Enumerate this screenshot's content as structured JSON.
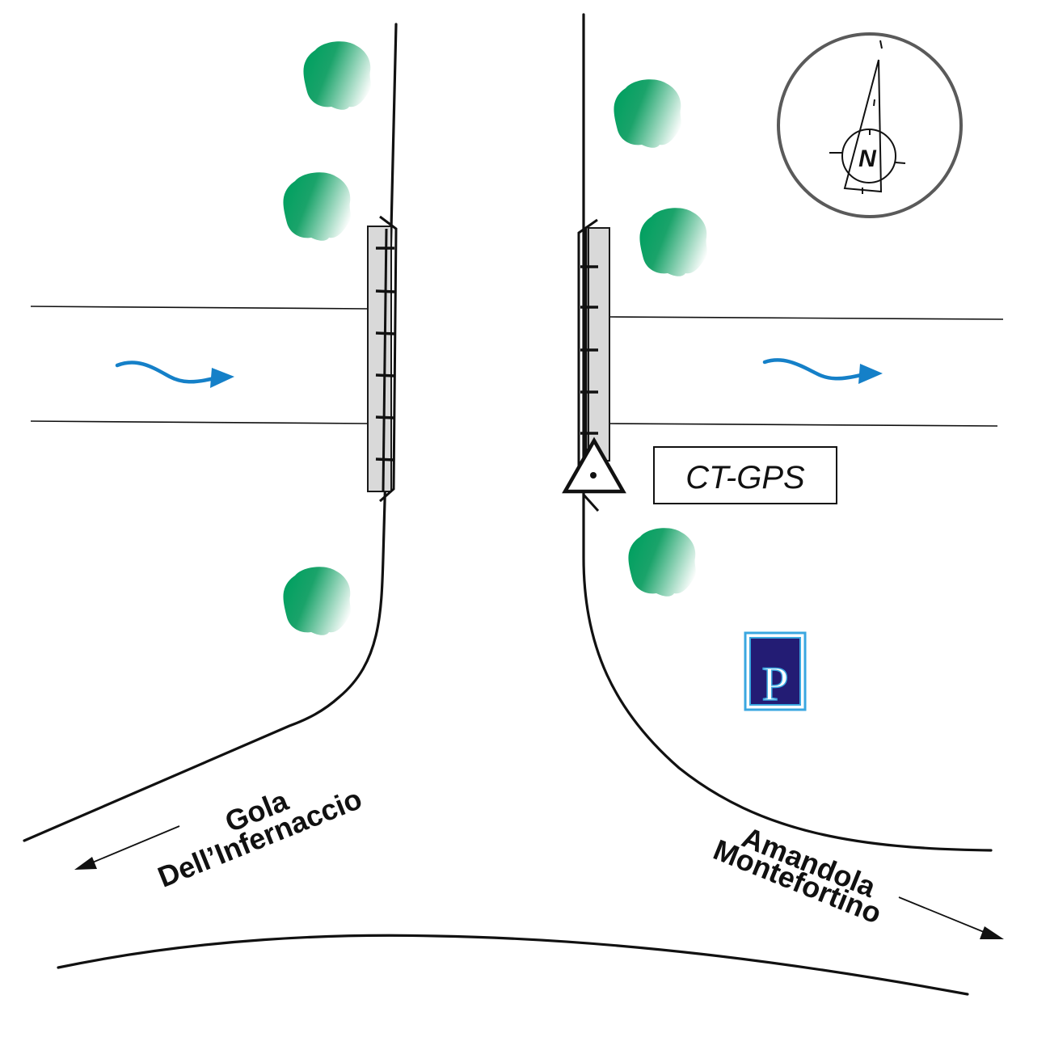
{
  "map": {
    "title": "Site map",
    "destinations": [
      {
        "id": "left",
        "lines": [
          "Gola",
          "Dell’Infernaccio"
        ],
        "direction": "south-west"
      },
      {
        "id": "right",
        "lines": [
          "Amandola",
          "Montefortino"
        ],
        "direction": "south-east"
      }
    ],
    "station_label": "CT-GPS",
    "compass_label": "N",
    "parking_label": "P",
    "colors": {
      "tree_dark": "#00a060",
      "tree_light": "#ffffff",
      "water_flow": "#1580c8",
      "parking_bg": "#231c74",
      "parking_border": "#3aa7e0",
      "bridge_fill": "#d9d9d9",
      "compass_ring": "#5a5a5a"
    },
    "symbols": {
      "tree": "tree-icon",
      "flow": "water-flow-arrow-icon",
      "station": "gps-station-triangle-icon",
      "parking": "parking-sign-icon",
      "compass": "north-arrow-icon"
    }
  }
}
